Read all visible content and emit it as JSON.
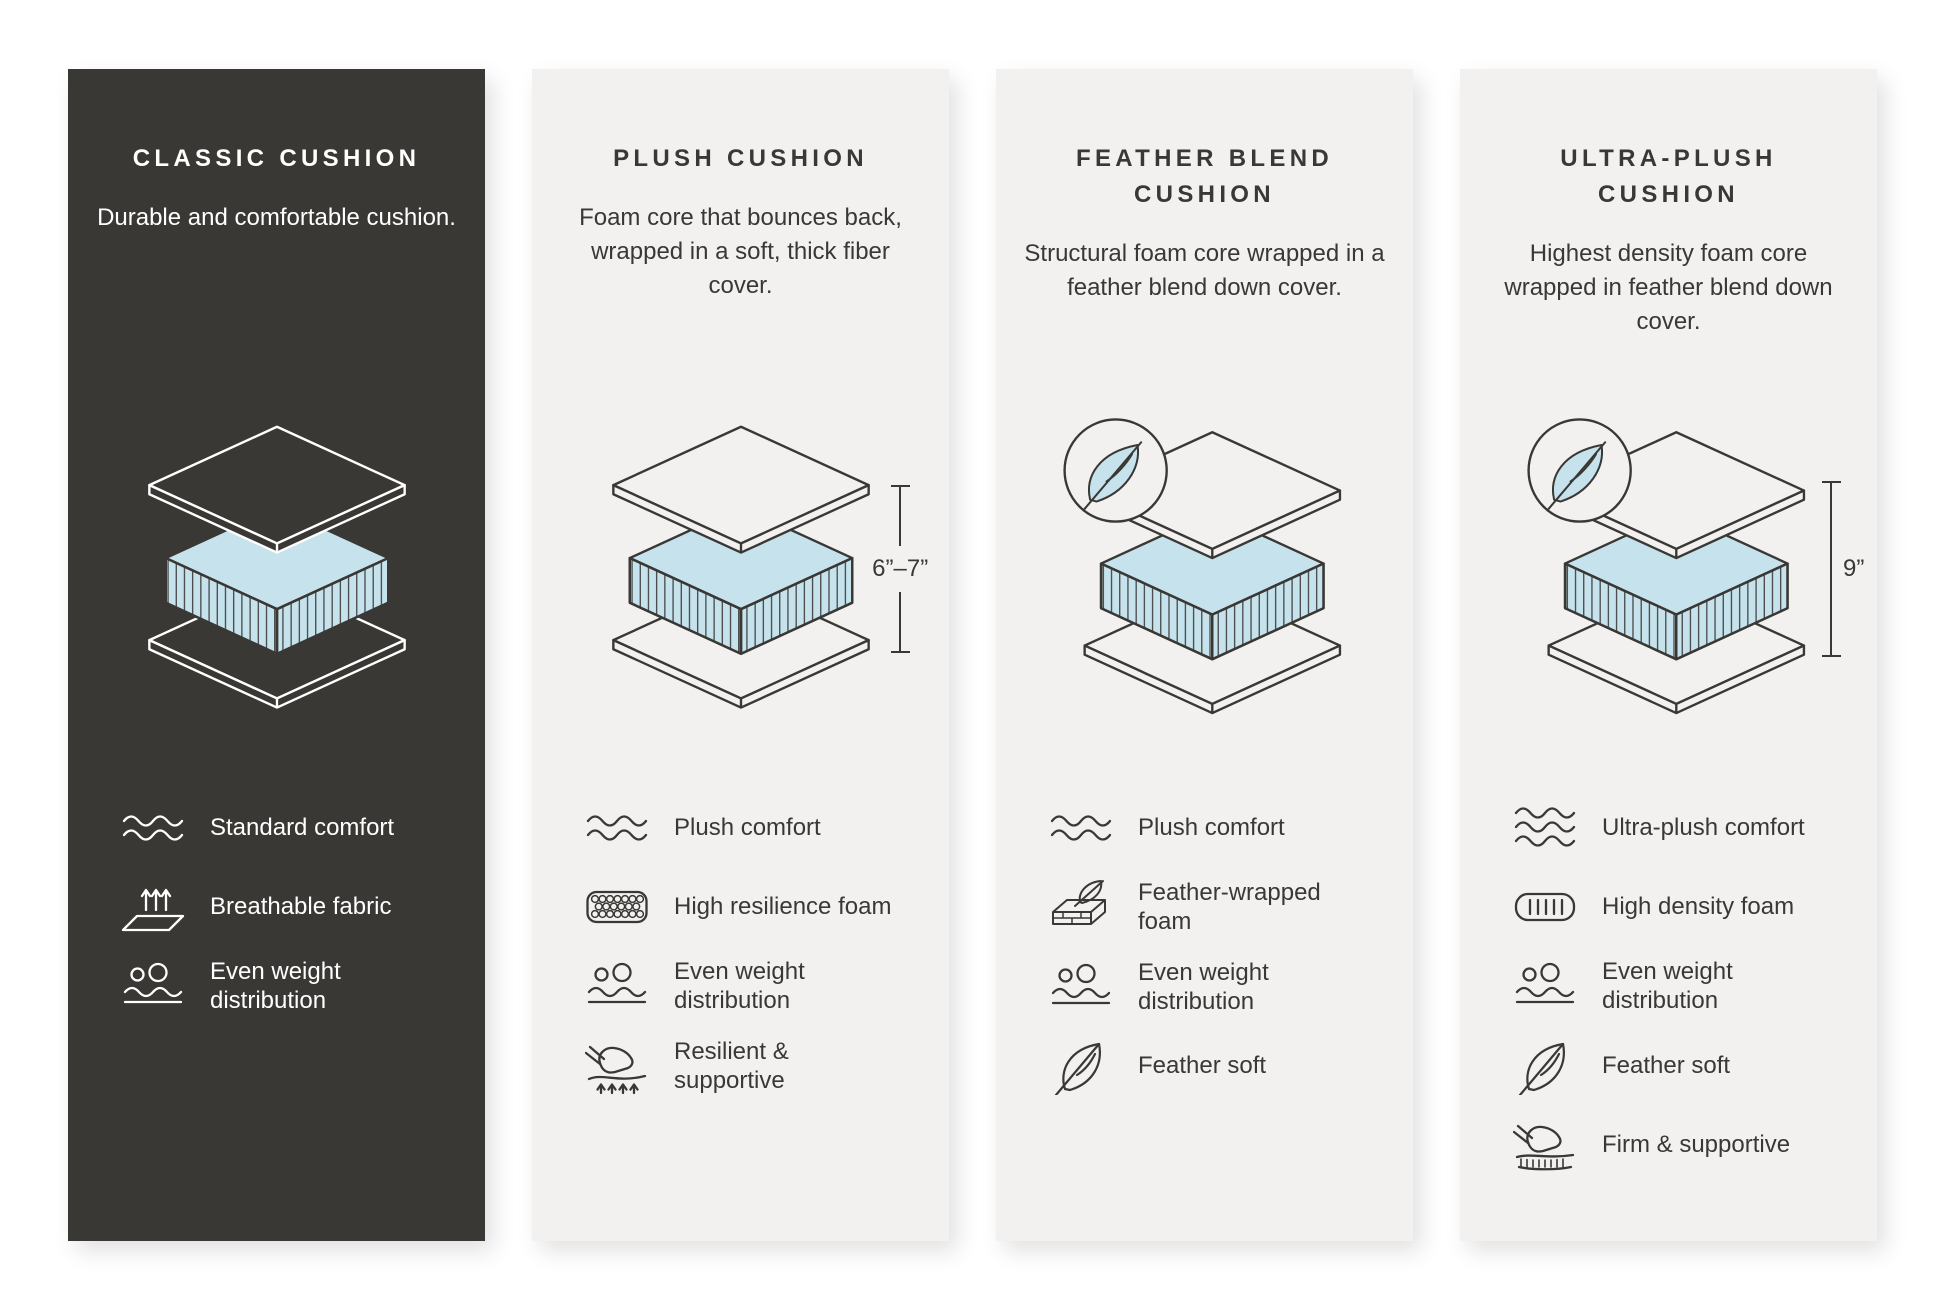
{
  "page": {
    "title": "Cushion types comparison"
  },
  "colors": {
    "page_background": "#ffffff",
    "dark_card_background": "#3a3835",
    "light_card_background": "#f2f1ef",
    "accent_blue": "#c6e2ec",
    "ink": "#3a3835",
    "ink_inverse": "#ffffff"
  },
  "cards": [
    {
      "title": "CLASSIC CUSHION",
      "description": "Durable and comfortable cushion.",
      "measurement": "",
      "badge": "",
      "features": [
        {
          "icon": "waves-icon",
          "label": "Standard comfort"
        },
        {
          "icon": "breathable-fabric-icon",
          "label": "Breathable fabric"
        },
        {
          "icon": "even-weight-icon",
          "label": "Even weight distribution"
        }
      ]
    },
    {
      "title": "PLUSH CUSHION",
      "description": "Foam core that bounces back, wrapped in a soft, thick fiber cover.",
      "measurement": "6”–7”",
      "badge": "",
      "features": [
        {
          "icon": "waves-icon",
          "label": "Plush comfort"
        },
        {
          "icon": "resilience-foam-icon",
          "label": "High resilience foam"
        },
        {
          "icon": "even-weight-icon",
          "label": "Even weight distribution"
        },
        {
          "icon": "hand-press-icon",
          "label": "Resilient & supportive"
        }
      ]
    },
    {
      "title": "FEATHER BLEND CUSHION",
      "description": "Structural foam core wrapped in a feather blend down cover.",
      "measurement": "",
      "badge": "feather-badge-icon",
      "features": [
        {
          "icon": "waves-icon",
          "label": "Plush comfort"
        },
        {
          "icon": "feather-foam-icon",
          "label": "Feather-wrapped foam"
        },
        {
          "icon": "even-weight-icon",
          "label": "Even weight distribution"
        },
        {
          "icon": "feather-icon",
          "label": "Feather soft"
        }
      ]
    },
    {
      "title": "ULTRA-PLUSH CUSHION",
      "description": "Highest density foam core wrapped in feather blend down cover.",
      "measurement": "9”",
      "badge": "feather-badge-icon",
      "features": [
        {
          "icon": "waves-3-icon",
          "label": "Ultra-plush comfort"
        },
        {
          "icon": "density-foam-icon",
          "label": "High density foam"
        },
        {
          "icon": "even-weight-icon",
          "label": "Even weight distribution"
        },
        {
          "icon": "feather-icon",
          "label": "Feather soft"
        },
        {
          "icon": "firm-support-icon",
          "label": "Firm & supportive"
        }
      ]
    }
  ]
}
